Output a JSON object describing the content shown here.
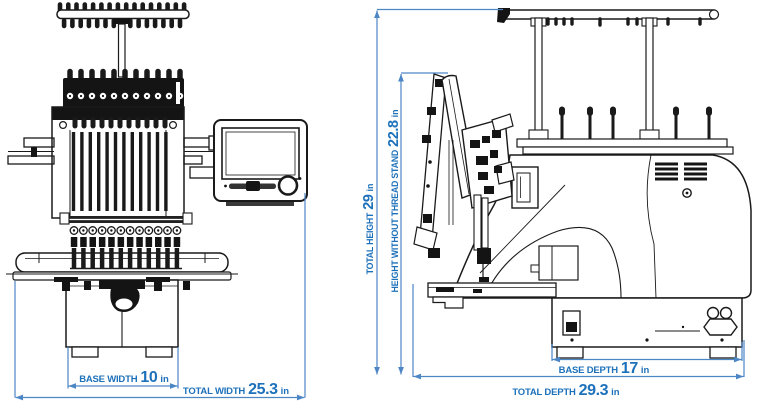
{
  "colors": {
    "background": "#ffffff",
    "dimension_text": "#1d71ba",
    "dimension_line": "#4d86c5",
    "drawing_ink": "#1a1a1a"
  },
  "dimensions": {
    "base_width": {
      "label": "BASE WIDTH",
      "value": "10",
      "unit": "in"
    },
    "total_width": {
      "label": "TOTAL WIDTH",
      "value": "25.3",
      "unit": "in"
    },
    "total_height": {
      "label": "TOTAL HEIGHT",
      "value": "29",
      "unit": "in"
    },
    "height_without_thread_stand": {
      "label": "HEIGHT WITHOUT THREAD STAND",
      "value": "22.8",
      "unit": "in"
    },
    "base_depth": {
      "label": "BASE DEPTH",
      "value": "17",
      "unit": "in"
    },
    "total_depth": {
      "label": "TOTAL DEPTH",
      "value": "29.3",
      "unit": "in"
    }
  }
}
